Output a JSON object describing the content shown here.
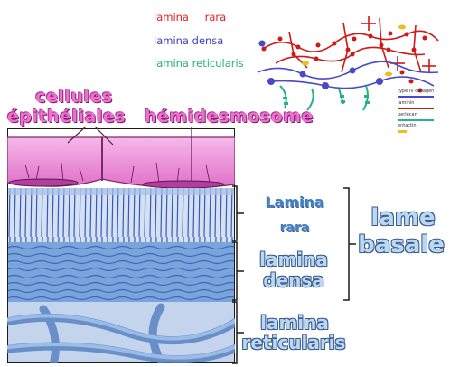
{
  "legend": {
    "items": [
      {
        "word1": "lamina",
        "word2": "rara",
        "color": "#e02020"
      },
      {
        "word1": "lamina",
        "word2": "densa",
        "color": "#4040c0"
      },
      {
        "word1": "lamina",
        "word2": "reticularis",
        "color": "#20b080"
      }
    ]
  },
  "mini_legend": {
    "items": [
      "type IV collagen",
      "laminin",
      "perlecan",
      "entactin"
    ]
  },
  "labels": {
    "cellules_line1": "cellules",
    "cellules_line2": "épithéliales",
    "hemidesmosome": "hémidesmosome",
    "lamina_rara_line1": "Lamina",
    "lamina_rara_line2": "rara",
    "lamina_densa_line1": "lamina",
    "lamina_densa_line2": "densa",
    "lamina_reticularis_line1": "lamina",
    "lamina_reticularis_line2": "reticularis",
    "lame_basale_line1": "lame",
    "lame_basale_line2": "basale"
  },
  "colors": {
    "cell_pink": "#e890d8",
    "rara_blue": "#5a7cc8",
    "densa_blue": "#6a9ad8",
    "reticularis_blue": "#9cb8e0"
  }
}
